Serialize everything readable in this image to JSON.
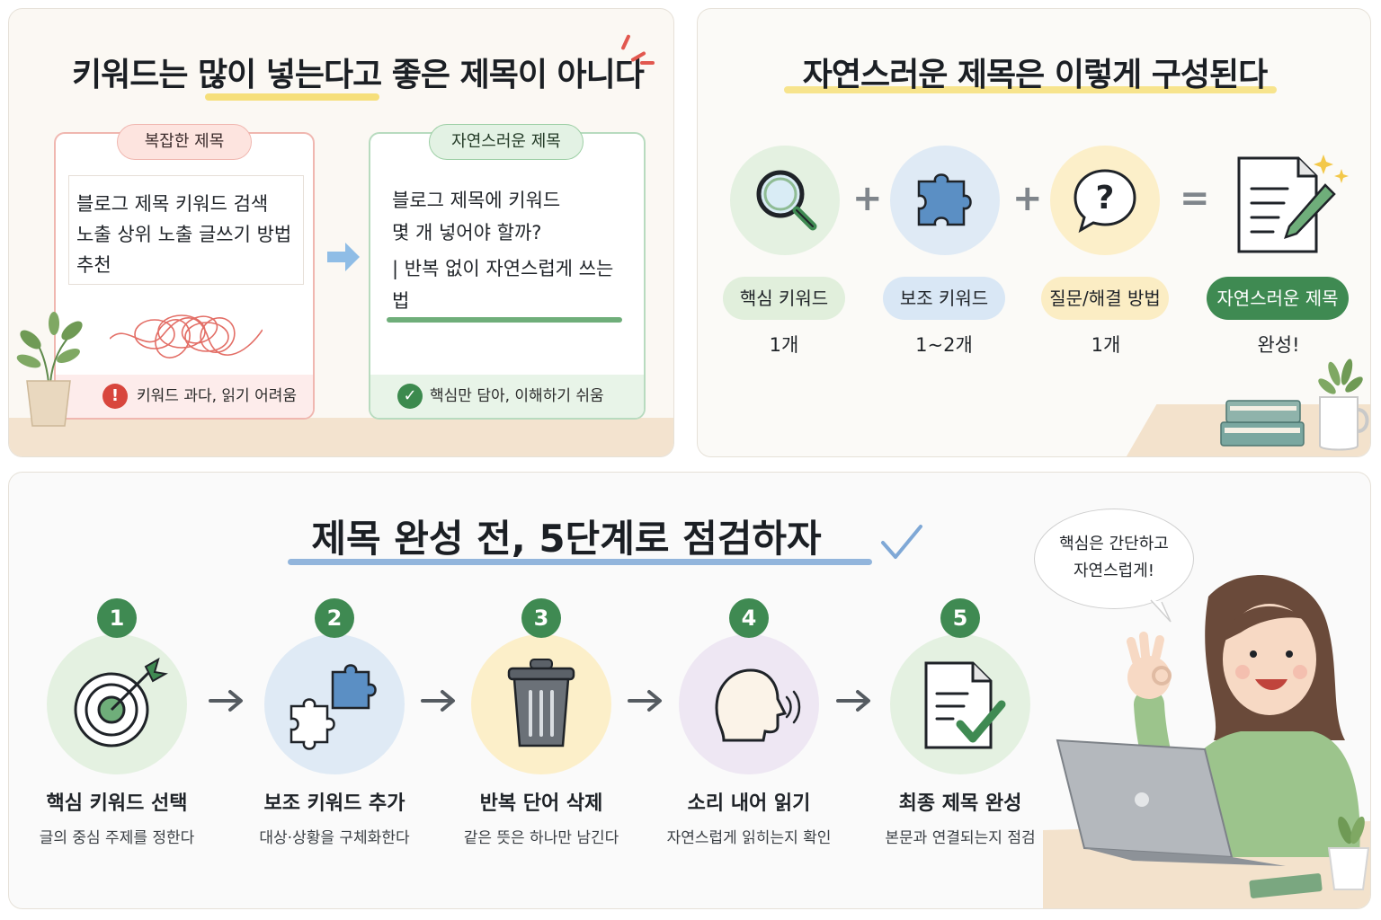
{
  "panel_a": {
    "title": "키워드는 많이 넣는다고 좋은 제목이 아니다",
    "bad_card": {
      "pill": "복잡한 제목",
      "lines": [
        "블로그 제목 키워드 검색",
        "노출 상위 노출 글쓰기 방법",
        "추천"
      ],
      "footer": "키워드 과다, 읽기 어려움",
      "footer_icon": "exclamation-icon"
    },
    "good_card": {
      "pill": "자연스러운 제목",
      "lines": [
        "블로그 제목에 키워드",
        "몇 개 넣어야 할까?",
        "| 반복 없이 자연스럽게 쓰는 법"
      ],
      "footer": "핵심만 담아, 이해하기 쉬움",
      "footer_icon": "check-icon"
    }
  },
  "panel_b": {
    "title": "자연스러운 제목은 이렇게 구성된다",
    "items": [
      {
        "label": "핵심 키워드",
        "count": "1개",
        "icon": "magnifier-icon"
      },
      {
        "label": "보조 키워드",
        "count": "1~2개",
        "icon": "puzzle-icon"
      },
      {
        "label": "질문/해결 방법",
        "count": "1개",
        "icon": "question-bubble-icon"
      },
      {
        "label": "자연스러운 제목",
        "count": "완성!",
        "icon": "document-pen-icon"
      }
    ]
  },
  "panel_c": {
    "title": "제목 완성 전, 5단계로 점검하자",
    "steps": [
      {
        "num": "1",
        "label": "핵심 키워드 선택",
        "desc": "글의 중심 주제를 정한다",
        "icon": "target-icon"
      },
      {
        "num": "2",
        "label": "보조 키워드 추가",
        "desc": "대상·상황을 구체화한다",
        "icon": "puzzle-pieces-icon"
      },
      {
        "num": "3",
        "label": "반복 단어 삭제",
        "desc": "같은 뜻은 하나만 남긴다",
        "icon": "trash-can-icon"
      },
      {
        "num": "4",
        "label": "소리 내어 읽기",
        "desc": "자연스럽게 읽히는지 확인",
        "icon": "speaking-head-icon"
      },
      {
        "num": "5",
        "label": "최종 제목 완성",
        "desc": "본문과 연결되는지 점검",
        "icon": "document-check-icon"
      }
    ],
    "speech_bubble": [
      "핵심은 간단하고",
      "자연스럽게!"
    ]
  },
  "colors": {
    "green": "#3f8a52",
    "red": "#d8463d",
    "yellow_highlight": "#f6df7a",
    "blue_underline": "#7fa8d6"
  }
}
